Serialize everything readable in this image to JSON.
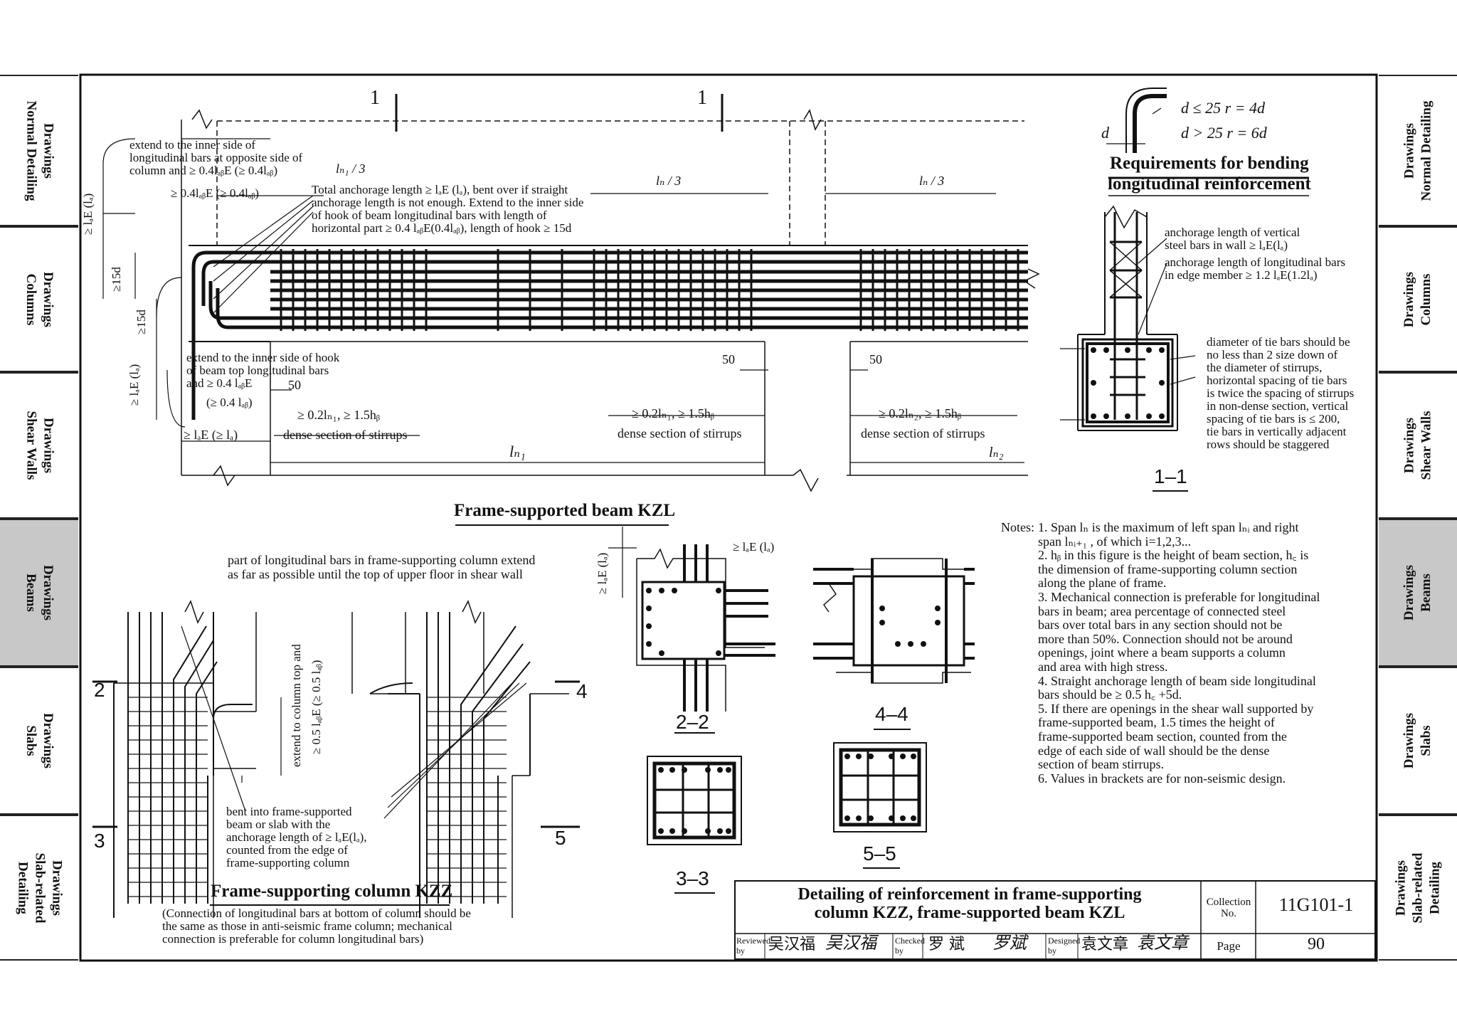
{
  "left_tabs": [
    {
      "l1": "Drawings",
      "l2": "Normal Detailing",
      "active": false
    },
    {
      "l1": "Drawings",
      "l2": "Columns",
      "active": false
    },
    {
      "l1": "Drawings",
      "l2": "Shear Walls",
      "active": false
    },
    {
      "l1": "Drawings",
      "l2": "Beams",
      "active": true
    },
    {
      "l1": "Drawings",
      "l2": "Slabs",
      "active": false
    },
    {
      "l1": "Drawings",
      "l2": "Slab-related",
      "l3": "Detailing",
      "active": false
    }
  ],
  "right_tabs": [
    {
      "l1": "Drawings",
      "l2": "Normal Detailing",
      "active": false
    },
    {
      "l1": "Drawings",
      "l2": "Columns",
      "active": false
    },
    {
      "l1": "Drawings",
      "l2": "Shear Walls",
      "active": false
    },
    {
      "l1": "Drawings",
      "l2": "Beams",
      "active": true
    },
    {
      "l1": "Drawings",
      "l2": "Slabs",
      "active": false
    },
    {
      "l1": "Drawings",
      "l2": "Slab-related",
      "l3": "Detailing",
      "active": false
    }
  ],
  "beam": {
    "section_mark": "1",
    "extend_inner": [
      "extend to the inner side of",
      "longitudinal bars at opposite side of",
      "column and ≥ 0.4lₐᵦE (≥ 0.4lₐᵦ)"
    ],
    "lab": "≥ 0.4lₐᵦE (≥ 0.4lₐᵦ)",
    "ln1_3": "lₙ₁ / 3",
    "ln_3": "lₙ / 3",
    "total_anchor": [
      "Total anchorage length ≥ lₐE (lₐ), bent over if straight",
      "anchorage length is not enough. Extend to the inner side",
      "of hook of beam longitudinal bars with length of",
      "horizontal part ≥ 0.4 lₐᵦE(0.4lₐᵦ), length of hook ≥ 15d"
    ],
    "lae_la": "≥ lₐE (lₐ)",
    "fifteen_d": "≥15d",
    "extend_hook": [
      "extend to the inner side of hook",
      "of beam top longitudinal bars",
      "and ≥ 0.4 lₐᵦE",
      "(≥ 0.4 lₐᵦ)"
    ],
    "fifty": "50",
    "dense1_rule": "≥ 0.2lₙ₁, ≥ 1.5hᵦ",
    "dense_label": "dense section of stirrups",
    "dense2_rule": "≥ 0.2lₙ₁, ≥ 1.5hᵦ",
    "dense3_rule": "≥ 0.2lₙ₂, ≥ 1.5hᵦ",
    "ln1": "lₙ₁",
    "ln2": "lₙ₂",
    "lae_bottom": "≥ lₐE (≥ lₐ)",
    "title": "Frame-supported beam KZL"
  },
  "bend": {
    "d_le": "d ≤ 25   r = 4d",
    "d_gt": "d > 25   r = 6d",
    "d": "d",
    "title1": "Requirements for bending",
    "title2": "longitudinal reinforcement"
  },
  "s11": {
    "anch1": [
      "anchorage length of vertical",
      "steel bars in wall ≥ lₐE(lₐ)"
    ],
    "anch2": [
      "anchorage length of longitudinal bars",
      "in edge member ≥ 1.2 lₐE(1.2lₐ)"
    ],
    "tie": [
      "diameter of tie bars should be",
      "no less than 2 size down of",
      "the diameter of stirrups,",
      "horizontal spacing of tie bars",
      "is twice the spacing of stirrups",
      "in non-dense section, vertical",
      "spacing of tie bars is ≤ 200,",
      "tie bars in vertically adjacent",
      "rows should be staggered"
    ],
    "label": "1–1"
  },
  "notes": {
    "head": "Notes:",
    "lines": [
      "1.  Span lₙ is the maximum of left span lₙᵢ and right",
      "     span lₙᵢ₊₁ , of which i=1,2,3...",
      "2.  hᵦ in this figure is the height of beam section, h꜀ is",
      "     the dimension of frame-supporting column section",
      "     along the plane of frame.",
      "3.  Mechanical connection is preferable for longitudinal",
      "     bars in beam; area percentage of connected steel",
      "     bars over total bars in any section should not be",
      "     more than 50%. Connection should not be around",
      "     openings, joint where a beam supports a column",
      "     and area with high stress.",
      "4.  Straight anchorage length of beam side longitudinal",
      "     bars should be ≥ 0.5 h꜀ +5d.",
      "5.  If there are openings in the shear wall supported by",
      "     frame-supported beam, 1.5 times the height of",
      "     frame-supported beam section, counted from the",
      "     edge of each side of wall should be the dense",
      "     section of beam stirrups.",
      "6.  Values in brackets are for non-seismic design."
    ]
  },
  "column": {
    "part": [
      "part of longitudinal bars in frame-supporting column extend",
      "as far as possible until the top of upper floor in shear wall"
    ],
    "extend_top": [
      "extend to column top and",
      "≥ 0.5 lₐᵦE (≥ 0.5 lₐᵦ)"
    ],
    "bent": [
      "bent into frame-supported",
      "beam or slab with the",
      "anchorage length of ≥ lₐE(lₐ),",
      "counted from the edge of",
      "frame-supporting column"
    ],
    "title": "Frame-supporting column KZZ",
    "sub": [
      "(Connection of longitudinal bars at bottom of column should be",
      "the same as those in anti-seismic frame column; mechanical",
      "connection is preferable for column longitudinal bars)"
    ],
    "m2": "2",
    "m3": "3",
    "m4": "4",
    "m5": "5"
  },
  "sections": {
    "lae": "≥ lₐE (lₐ)",
    "s22": "2–2",
    "s44": "4–4",
    "s33": "3–3",
    "s55": "5–5"
  },
  "title_block": {
    "title1": "Detailing of reinforcement in frame-supporting",
    "title2": "column KZZ, frame-supported beam KZL",
    "collection_label": "Collection No.",
    "collection_value": "11G101-1",
    "page_label": "Page",
    "page_value": "90",
    "reviewed_label": "Reviewed by",
    "reviewer": "吴汉福",
    "reviewer_sig": "吴汉福",
    "checked_label": "Checked by",
    "checker": "罗  斌",
    "checker_sig": "罗斌",
    "designed_label": "Designed by",
    "designer": "袁文章",
    "designer_sig": "袁文章"
  }
}
